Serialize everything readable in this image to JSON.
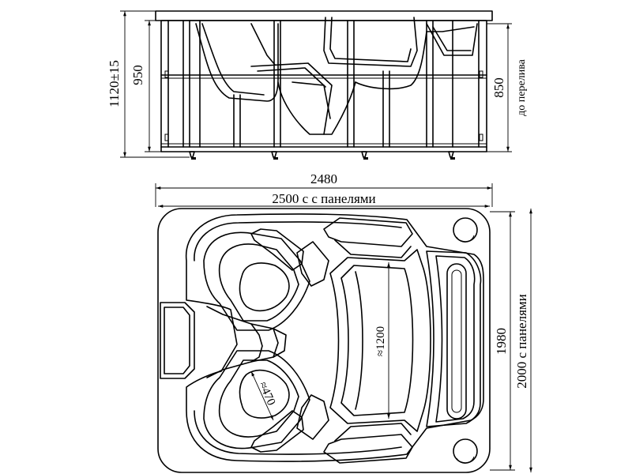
{
  "side_view": {
    "dim_total_height": "1120±15",
    "dim_height": "950",
    "dim_overflow": "850",
    "dim_overflow_note": "до перелива"
  },
  "top_view": {
    "dim_length": "2480",
    "dim_length_panels": "2500 с с панелями",
    "dim_width": "1980",
    "dim_width_panels": "2000 с панелями",
    "dim_lounger": "≈1200",
    "dim_seat": "≈470"
  }
}
